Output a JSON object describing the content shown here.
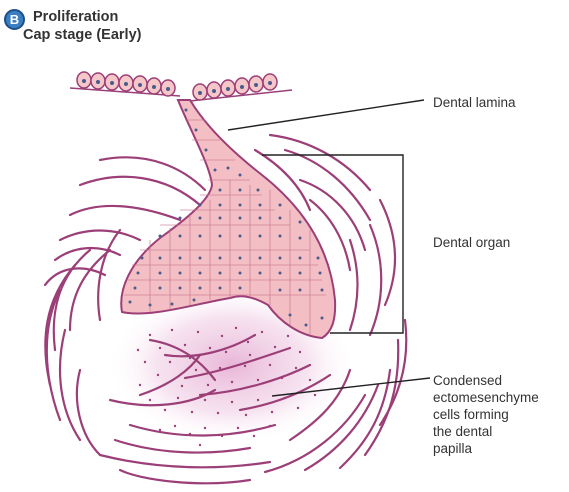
{
  "panel": {
    "badge": "B",
    "title_line1": "Proliferation",
    "title_line2": "Cap stage (Early)"
  },
  "labels": {
    "dental_lamina": "Dental lamina",
    "dental_organ": "Dental organ",
    "papilla_lines": [
      "Condensed",
      "ectomesenchyme",
      "cells forming",
      "the dental",
      "papilla"
    ]
  },
  "colors": {
    "tissue_line": "#9c3f78",
    "cell_fill": "#f6c7c9",
    "cell_nucleus": "#4a5c8c",
    "papilla_glow": "#e7b2d6",
    "leader_line": "#222222"
  }
}
